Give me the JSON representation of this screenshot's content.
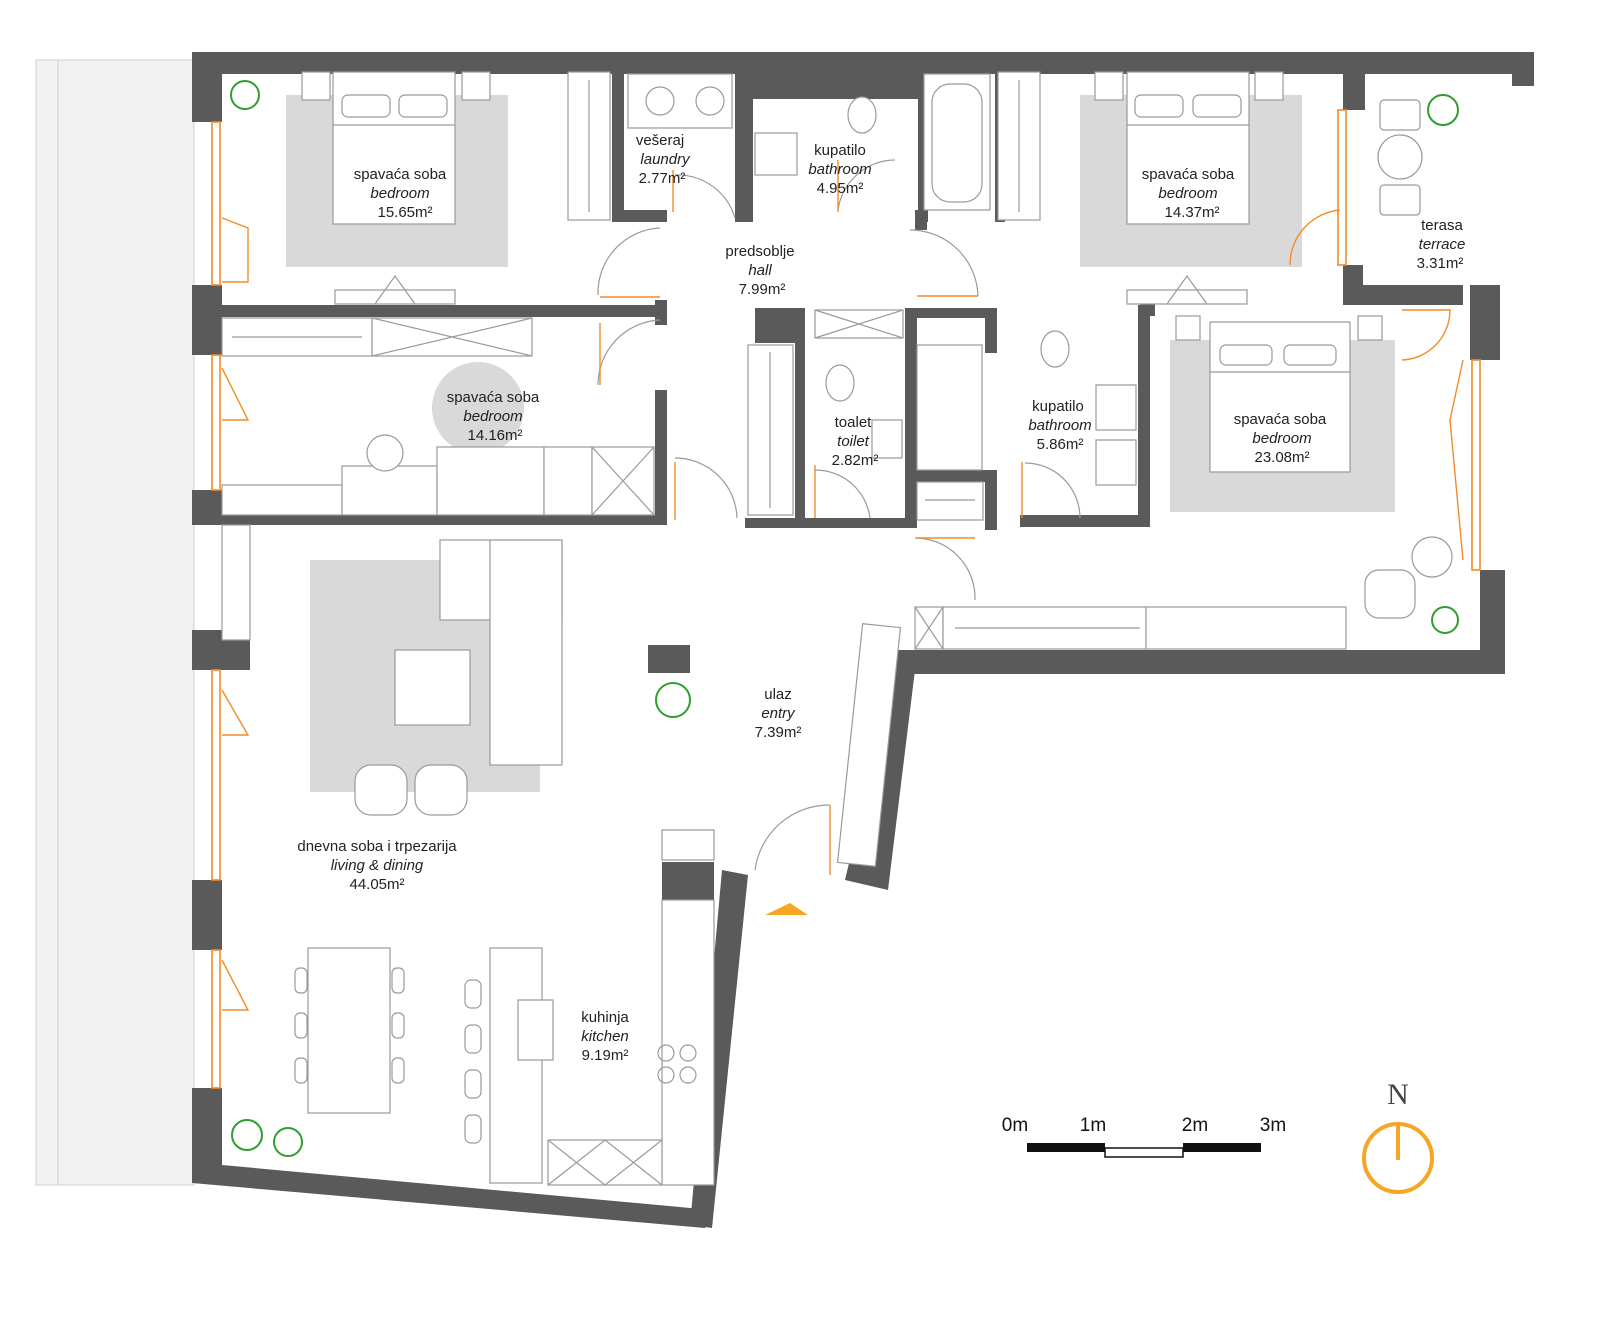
{
  "rooms": [
    {
      "name": "spavaća soba",
      "sub": "bedroom",
      "area": "15.65m²"
    },
    {
      "name": "vešeraj",
      "sub": "laundry",
      "area": "2.77m²"
    },
    {
      "name": "kupatilo",
      "sub": "bathroom",
      "area": "4.95m²"
    },
    {
      "name": "spavaća soba",
      "sub": "bedroom",
      "area": "14.37m²"
    },
    {
      "name": "terasa",
      "sub": "terrace",
      "area": "3.31m²"
    },
    {
      "name": "predsoblje",
      "sub": "hall",
      "area": "7.99m²"
    },
    {
      "name": "spavaća soba",
      "sub": "bedroom",
      "area": "14.16m²"
    },
    {
      "name": "toalet",
      "sub": "toilet",
      "area": "2.82m²"
    },
    {
      "name": "kupatilo",
      "sub": "bathroom",
      "area": "5.86m²"
    },
    {
      "name": "spavaća soba",
      "sub": "bedroom",
      "area": "23.08m²"
    },
    {
      "name": "ulaz",
      "sub": "entry",
      "area": "7.39m²"
    },
    {
      "name": "dnevna soba i trpezarija",
      "sub": "living & dining",
      "area": "44.05m²"
    },
    {
      "name": "kuhinja",
      "sub": "kitchen",
      "area": "9.19m²"
    }
  ],
  "scale": {
    "labels": [
      "0m",
      "1m",
      "2m",
      "3m"
    ]
  },
  "compass": {
    "label": "N",
    "color": "#f5a623"
  },
  "colors": {
    "wall": "#5a5a5a",
    "window": "#f28c28",
    "rug": "#d9d9d9",
    "plant": "#2e9e2e",
    "entry_marker": "#f5a623"
  },
  "icons": [
    "bed-icon",
    "washer-icon",
    "toilet-icon",
    "bathtub-icon",
    "sink-icon",
    "sofa-icon",
    "chair-icon",
    "plant-icon",
    "stove-icon",
    "wardrobe-icon",
    "entry-arrow-icon",
    "north-arrow-icon"
  ]
}
